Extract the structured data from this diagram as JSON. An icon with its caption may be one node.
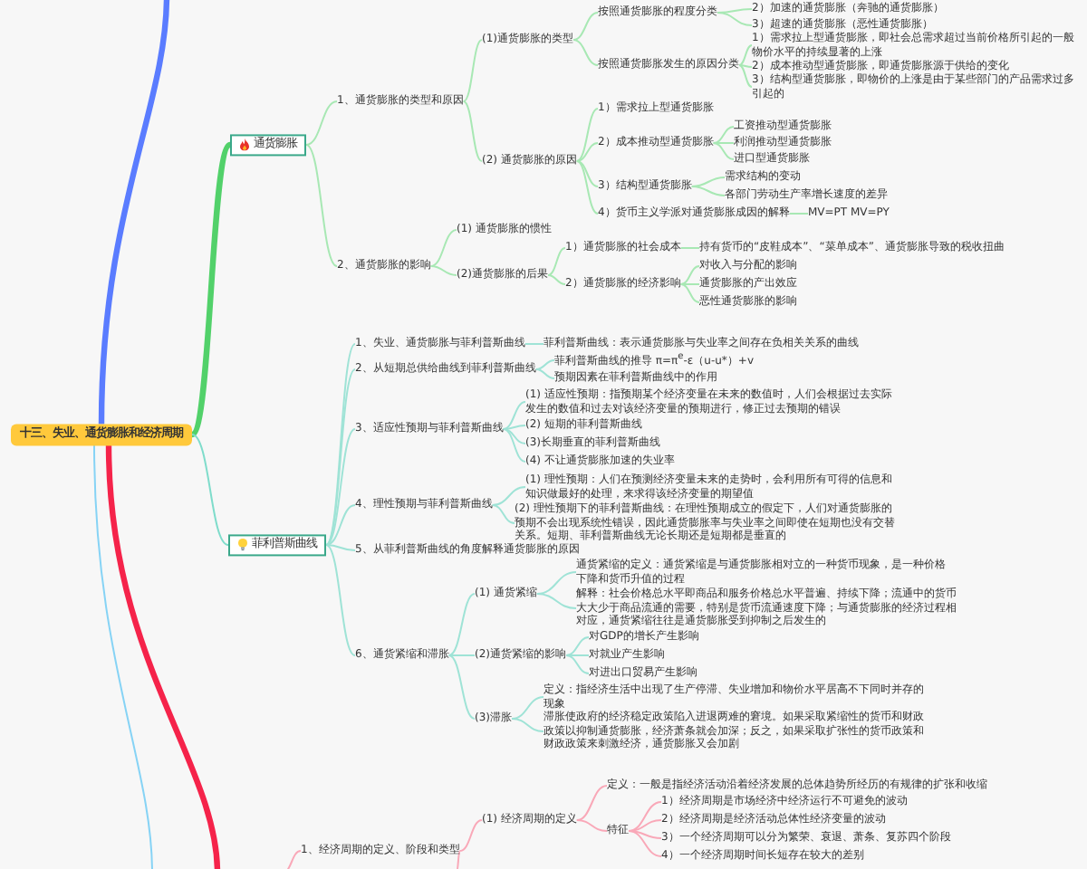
{
  "diagram": {
    "nodes": [
      {
        "text": [
          "十三、失业、通货膨胀和经济周期"
        ]
      },
      {
        "text": [
          "通货膨胀"
        ]
      },
      {
        "text": [
          "1、通货膨胀的类型和原因"
        ]
      },
      {
        "text": [
          "(1)通货膨胀的类型"
        ]
      },
      {
        "text": [
          "按照通货膨胀的程度分类"
        ]
      },
      {
        "text": [
          "2）加速的通货膨胀（奔驰的通货膨胀）"
        ]
      },
      {
        "text": [
          "3）超速的通货膨胀（恶性通货膨胀）"
        ]
      },
      {
        "text": [
          "按照通货膨胀发生的原因分类"
        ]
      },
      {
        "text": [
          "1）需求拉上型通货膨胀，即社会总需求超过当前价格所引起的一般物价水平的持续显著的上涨"
        ]
      },
      {
        "text": [
          "2）成本推动型通货膨胀，即通货膨胀源于供给的变化"
        ]
      },
      {
        "text": [
          "3）结构型通货膨胀，即物价的上涨是由于某些部门的产品需求过多引起的"
        ]
      },
      {
        "text": [
          "(2) 通货膨胀的原因"
        ]
      },
      {
        "text": [
          "1）需求拉上型通货膨胀"
        ]
      },
      {
        "text": [
          "2）成本推动型通货膨胀"
        ]
      },
      {
        "text": [
          "工资推动型通货膨胀"
        ]
      },
      {
        "text": [
          "利润推动型通货膨胀"
        ]
      },
      {
        "text": [
          "进口型通货膨胀"
        ]
      },
      {
        "text": [
          "3）结构型通货膨胀"
        ]
      },
      {
        "text": [
          "需求结构的变动"
        ]
      },
      {
        "text": [
          "各部门劳动生产率增长速度的差异"
        ]
      },
      {
        "text": [
          "4）货币主义学派对通货膨胀成因的解释"
        ]
      },
      {
        "text": [
          "MV=PT MV=PY"
        ]
      },
      {
        "text": [
          "2、通货膨胀的影响"
        ]
      },
      {
        "text": [
          "(1) 通货膨胀的惯性"
        ]
      },
      {
        "text": [
          "(2)通货膨胀的后果"
        ]
      },
      {
        "text": [
          "1）通货膨胀的社会成本"
        ]
      },
      {
        "text": [
          "持有货币的“皮鞋成本”、“菜单成本”、通货膨胀导致的税收扭曲"
        ]
      },
      {
        "text": [
          "2）通货膨胀的经济影响"
        ]
      },
      {
        "text": [
          "对收入与分配的影响"
        ]
      },
      {
        "text": [
          "通货膨胀的产出效应"
        ]
      },
      {
        "text": [
          "恶性通货膨胀的影响"
        ]
      },
      {
        "text": [
          "菲利普斯曲线"
        ]
      },
      {
        "text": [
          "1、失业、通货膨胀与菲利普斯曲线"
        ]
      },
      {
        "text": [
          "菲利普斯曲线：表示通货膨胀与失业率之间存在负相关关系的曲线"
        ]
      },
      {
        "text": [
          "2、从短期总供给曲线到菲利普斯曲线"
        ]
      },
      {
        "text": [
          "菲利普斯曲线的推导 π=π$^{e}$-ε（u-u*）+v"
        ]
      },
      {
        "text": [
          "预期因素在菲利普斯曲线中的作用"
        ]
      },
      {
        "text": [
          "3、适应性预期与菲利普斯曲线"
        ]
      },
      {
        "text": [
          "(1) 适应性预期：指预期某个经济变量在未来的数值时，人们会根据过去实际发生的数值和过去对该经济变量的预期进行，修正过去预期的错误"
        ]
      },
      {
        "text": [
          "(2) 短期的菲利普斯曲线"
        ]
      },
      {
        "text": [
          "(3)长期垂直的菲利普斯曲线"
        ]
      },
      {
        "text": [
          "(4) 不让通货膨胀加速的失业率"
        ]
      },
      {
        "text": [
          "4、理性预期与菲利普斯曲线"
        ]
      },
      {
        "text": [
          "(1) 理性预期：人们在预测经济变量未来的走势时，会利用所有可得的信息和知识做最好的处理，来求得该经济变量的期望值"
        ]
      },
      {
        "text": [
          "(2) 理性预期下的菲利普斯曲线：在理性预期成立的假定下，人们对通货膨胀的预期不会出现系统性错误，因此通货膨胀率与失业率之间即使在短期也没有交替关系。短期、菲利普斯曲线无论长期还是短期都是垂直的"
        ]
      },
      {
        "text": [
          "5、从菲利普斯曲线的角度解释通货膨胀的原因"
        ]
      },
      {
        "text": [
          "6、通货紧缩和滞胀"
        ]
      },
      {
        "text": [
          "(1) 通货紧缩"
        ]
      },
      {
        "text": [
          "通货紧缩的定义：通货紧缩是与通货膨胀相对立的一种货币现象，是一种价格下降和货币升值的过程"
        ]
      },
      {
        "text": [
          "解释：社会价格总水平即商品和服务价格总水平普遍、持续下降；流通中的货币大大少于商品流通的需要，特别是货币流通速度下降；与通货膨胀的经济过程相对应，通货紧缩往往是通货膨胀受到抑制之后发生的"
        ]
      },
      {
        "text": [
          "(2)通货紧缩的影响"
        ]
      },
      {
        "text": [
          "对GDP的增长产生影响"
        ]
      },
      {
        "text": [
          "对就业产生影响"
        ]
      },
      {
        "text": [
          "对进出口贸易产生影响"
        ]
      },
      {
        "text": [
          "(3)滞胀"
        ]
      },
      {
        "text": [
          "定义：指经济生活中出现了生产停滞、失业增加和物价水平居高不下同时并存的现象"
        ]
      },
      {
        "text": [
          "滞胀使政府的经济稳定政策陷入进退两难的窘境。如果采取紧缩性的货币和财政政策以抑制通货膨胀，经济萧条就会加深；反之，如果采取扩张性的货币政策和财政政策来刺激经济，通货膨胀又会加剧"
        ]
      },
      {
        "text": [
          "1、经济周期的定义、阶段和类型"
        ]
      },
      {
        "text": [
          "(1) 经济周期的定义"
        ]
      },
      {
        "text": [
          "定义：一般是指经济活动沿着经济发展的总体趋势所经历的有规律的扩张和收缩"
        ]
      },
      {
        "text": [
          "特征"
        ]
      },
      {
        "text": [
          "1）经济周期是市场经济中经济运行不可避免的波动"
        ]
      },
      {
        "text": [
          "2）经济周期是经济活动总体性经济变量的波动"
        ]
      },
      {
        "text": [
          "3）一个经济周期可以分为繁荣、衰退、萧条、复苏四个阶段"
        ]
      },
      {
        "text": [
          "4）一个经济周期时间长短存在较大的差别"
        ]
      }
    ],
    "edges": [
      {
        "from": 0,
        "to": null,
        "arrow": "none",
        "style": "thick",
        "color": "#5a7cff"
      },
      {
        "from": 0,
        "to": 1,
        "arrow": "none",
        "style": "thick",
        "color": "#52d16a"
      },
      {
        "from": 0,
        "to": 31,
        "arrow": "none",
        "color": "#7fdccb"
      },
      {
        "from": 0,
        "to": null,
        "arrow": "none",
        "color": "#86d3f5"
      },
      {
        "from": 0,
        "to": null,
        "arrow": "none",
        "style": "thick",
        "color": "#f5234a"
      },
      {
        "from": 1,
        "to": 2,
        "arrow": "none",
        "color": "#a8e8b4"
      },
      {
        "from": 1,
        "to": 22,
        "arrow": "none",
        "color": "#a8e8b4"
      },
      {
        "from": 2,
        "to": 3,
        "arrow": "none",
        "color": "#a8e8b4"
      },
      {
        "from": 2,
        "to": 11,
        "arrow": "none",
        "color": "#a8e8b4"
      },
      {
        "from": 3,
        "to": 4,
        "arrow": "none",
        "color": "#a8e8b4"
      },
      {
        "from": 3,
        "to": 7,
        "arrow": "none",
        "color": "#a8e8b4"
      },
      {
        "from": 4,
        "to": 5,
        "arrow": "none",
        "color": "#a8e8b4"
      },
      {
        "from": 4,
        "to": 6,
        "arrow": "none",
        "color": "#a8e8b4"
      },
      {
        "from": 7,
        "to": 8,
        "arrow": "none",
        "color": "#a8e8b4"
      },
      {
        "from": 7,
        "to": 9,
        "arrow": "none",
        "color": "#a8e8b4"
      },
      {
        "from": 7,
        "to": 10,
        "arrow": "none",
        "color": "#a8e8b4"
      },
      {
        "from": 11,
        "to": 12,
        "arrow": "none",
        "color": "#a8e8b4"
      },
      {
        "from": 11,
        "to": 13,
        "arrow": "none",
        "color": "#a8e8b4"
      },
      {
        "from": 11,
        "to": 17,
        "arrow": "none",
        "color": "#a8e8b4"
      },
      {
        "from": 11,
        "to": 20,
        "arrow": "none",
        "color": "#a8e8b4"
      },
      {
        "from": 13,
        "to": 14,
        "arrow": "none",
        "color": "#a8e8b4"
      },
      {
        "from": 13,
        "to": 15,
        "arrow": "none",
        "color": "#a8e8b4"
      },
      {
        "from": 13,
        "to": 16,
        "arrow": "none",
        "color": "#a8e8b4"
      },
      {
        "from": 17,
        "to": 18,
        "arrow": "none",
        "color": "#a8e8b4"
      },
      {
        "from": 17,
        "to": 19,
        "arrow": "none",
        "color": "#a8e8b4"
      },
      {
        "from": 20,
        "to": 21,
        "arrow": "none",
        "color": "#a8e8b4"
      },
      {
        "from": 22,
        "to": 23,
        "arrow": "none",
        "color": "#a8e8b4"
      },
      {
        "from": 22,
        "to": 24,
        "arrow": "none",
        "color": "#a8e8b4"
      },
      {
        "from": 24,
        "to": 25,
        "arrow": "none",
        "color": "#a8e8b4"
      },
      {
        "from": 24,
        "to": 27,
        "arrow": "none",
        "color": "#a8e8b4"
      },
      {
        "from": 25,
        "to": 26,
        "arrow": "none",
        "color": "#a8e8b4"
      },
      {
        "from": 27,
        "to": 28,
        "arrow": "none",
        "color": "#a8e8b4"
      },
      {
        "from": 27,
        "to": 29,
        "arrow": "none",
        "color": "#a8e8b4"
      },
      {
        "from": 27,
        "to": 30,
        "arrow": "none",
        "color": "#a8e8b4"
      },
      {
        "from": 31,
        "to": 32,
        "arrow": "none",
        "color": "#9fe3d6"
      },
      {
        "from": 31,
        "to": 34,
        "arrow": "none",
        "color": "#9fe3d6"
      },
      {
        "from": 31,
        "to": 37,
        "arrow": "none",
        "color": "#9fe3d6"
      },
      {
        "from": 31,
        "to": 42,
        "arrow": "none",
        "color": "#9fe3d6"
      },
      {
        "from": 31,
        "to": 45,
        "arrow": "none",
        "color": "#9fe3d6"
      },
      {
        "from": 31,
        "to": 46,
        "arrow": "none",
        "color": "#9fe3d6"
      },
      {
        "from": 32,
        "to": 33,
        "arrow": "none",
        "color": "#9fe3d6"
      },
      {
        "from": 34,
        "to": 35,
        "arrow": "none",
        "color": "#9fe3d6"
      },
      {
        "from": 34,
        "to": 36,
        "arrow": "none",
        "color": "#9fe3d6"
      },
      {
        "from": 37,
        "to": 38,
        "arrow": "none",
        "color": "#9fe3d6"
      },
      {
        "from": 37,
        "to": 39,
        "arrow": "none",
        "color": "#9fe3d6"
      },
      {
        "from": 37,
        "to": 40,
        "arrow": "none",
        "color": "#9fe3d6"
      },
      {
        "from": 37,
        "to": 41,
        "arrow": "none",
        "color": "#9fe3d6"
      },
      {
        "from": 42,
        "to": 43,
        "arrow": "none",
        "color": "#9fe3d6"
      },
      {
        "from": 42,
        "to": 44,
        "arrow": "none",
        "color": "#9fe3d6"
      },
      {
        "from": 46,
        "to": 47,
        "arrow": "none",
        "color": "#9fe3d6"
      },
      {
        "from": 46,
        "to": 50,
        "arrow": "none",
        "color": "#9fe3d6"
      },
      {
        "from": 46,
        "to": 54,
        "arrow": "none",
        "color": "#9fe3d6"
      },
      {
        "from": 47,
        "to": 48,
        "arrow": "none",
        "color": "#9fe3d6"
      },
      {
        "from": 47,
        "to": 49,
        "arrow": "none",
        "color": "#9fe3d6"
      },
      {
        "from": 50,
        "to": 51,
        "arrow": "none",
        "color": "#9fe3d6"
      },
      {
        "from": 50,
        "to": 52,
        "arrow": "none",
        "color": "#9fe3d6"
      },
      {
        "from": 50,
        "to": 53,
        "arrow": "none",
        "color": "#9fe3d6"
      },
      {
        "from": 54,
        "to": 55,
        "arrow": "none",
        "color": "#9fe3d6"
      },
      {
        "from": 54,
        "to": 56,
        "arrow": "none",
        "color": "#9fe3d6"
      },
      {
        "from": null,
        "to": 57,
        "arrow": "none",
        "color": "#f9a8b8"
      },
      {
        "from": 57,
        "to": 58,
        "arrow": "none",
        "color": "#f9a8b8"
      },
      {
        "from": 57,
        "to": null,
        "arrow": "none",
        "color": "#f9a8b8"
      },
      {
        "from": 58,
        "to": 59,
        "arrow": "none",
        "color": "#f9a8b8"
      },
      {
        "from": 58,
        "to": 60,
        "arrow": "none",
        "color": "#f9a8b8"
      },
      {
        "from": 60,
        "to": 61,
        "arrow": "none",
        "color": "#f9a8b8"
      },
      {
        "from": 60,
        "to": 62,
        "arrow": "none",
        "color": "#f9a8b8"
      },
      {
        "from": 60,
        "to": 63,
        "arrow": "none",
        "color": "#f9a8b8"
      },
      {
        "from": 60,
        "to": 64,
        "arrow": "none",
        "color": "#f9a8b8"
      }
    ]
  }
}
